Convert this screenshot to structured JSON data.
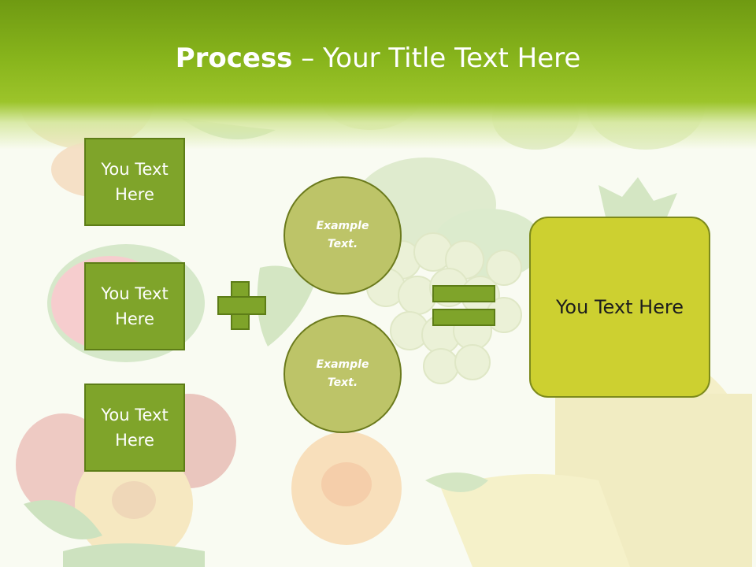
{
  "slide": {
    "title_bold": "Process",
    "title_rest": " – Your Title Text Here",
    "left_boxes": [
      {
        "label": "You Text Here"
      },
      {
        "label": "You Text Here"
      },
      {
        "label": "You Text Here"
      }
    ],
    "circles": [
      {
        "label": "Example Text."
      },
      {
        "label": "Example Text."
      }
    ],
    "result_label": "You Text Here",
    "operators": [
      "plus-icon",
      "equals-icon"
    ]
  },
  "colors": {
    "header_green": "#88b51c",
    "box_green": "#7fa42a",
    "circle_olive": "#bdc468",
    "result_yellow": "#cdd030"
  }
}
